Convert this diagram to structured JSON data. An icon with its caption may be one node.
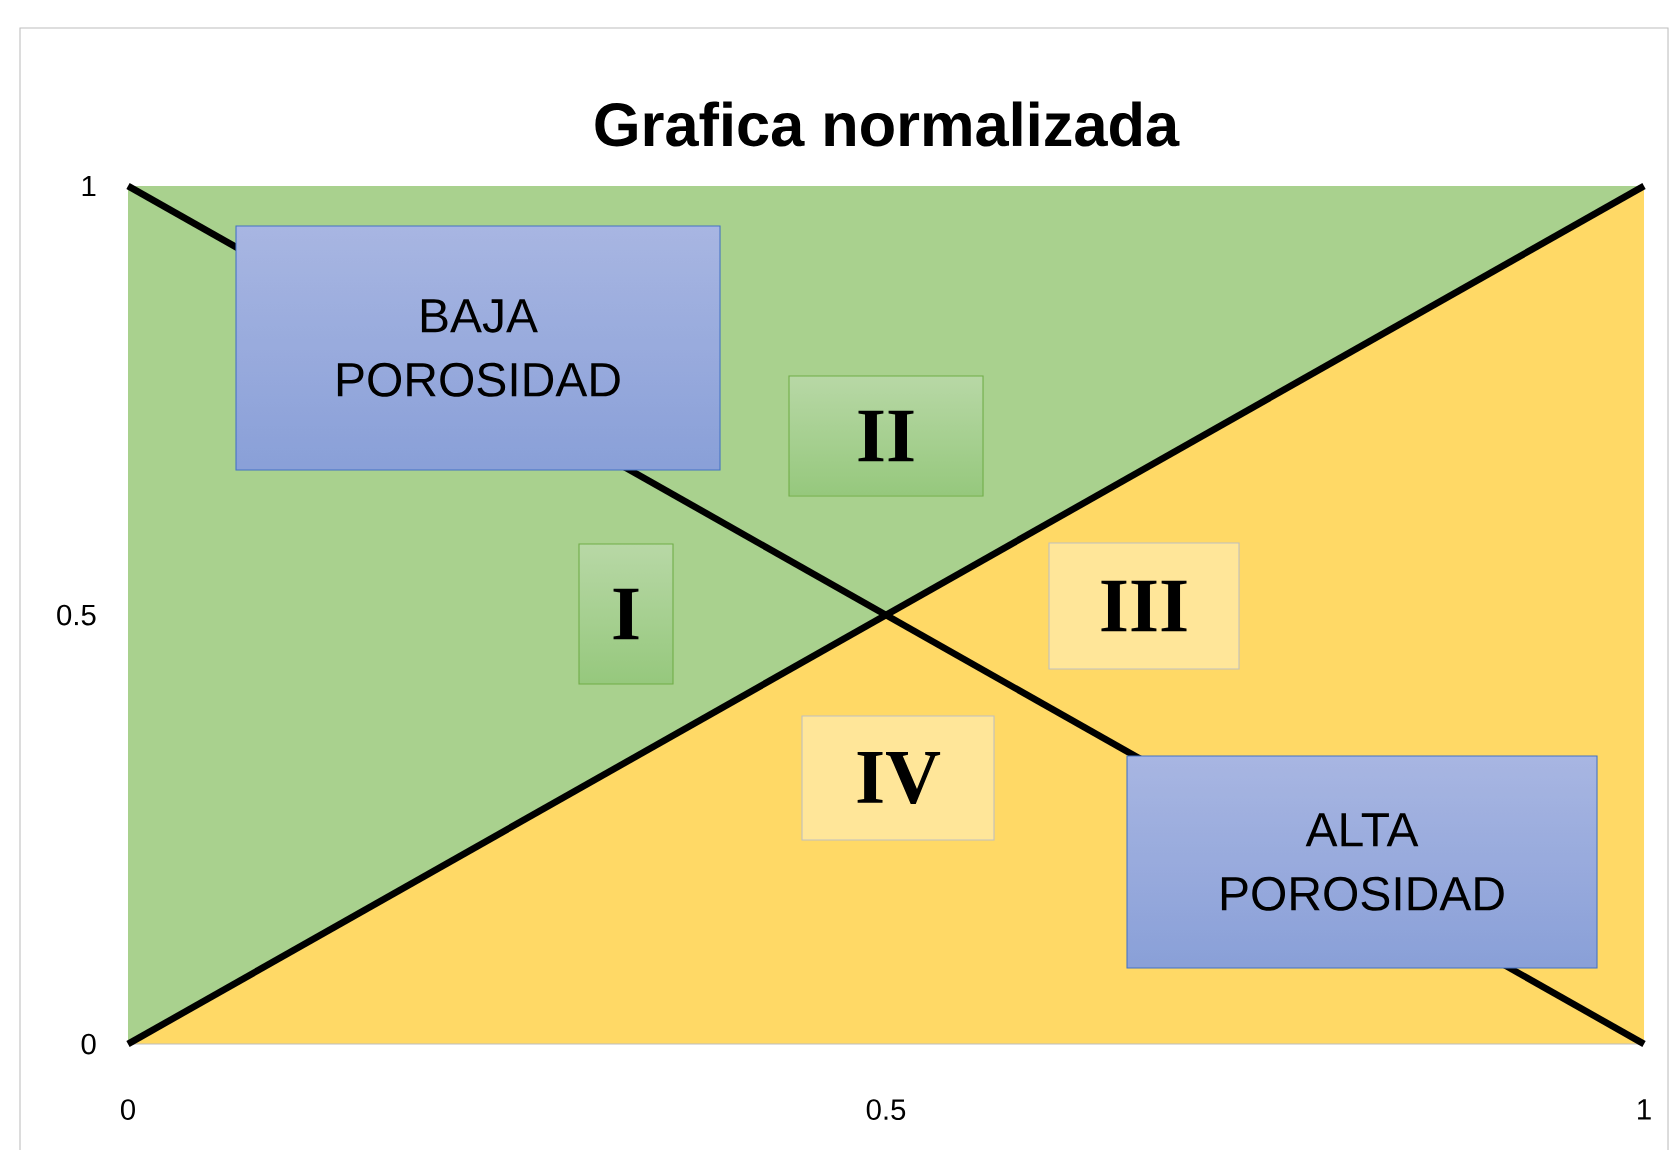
{
  "diagram": {
    "nodes": [
      {
        "text": [
          "BAJA POROSIDAD"
        ]
      },
      {
        "text": [
          "II"
        ]
      },
      {
        "text": [
          "I"
        ]
      },
      {
        "text": [
          "III"
        ]
      },
      {
        "text": [
          "IV"
        ]
      },
      {
        "text": [
          "ALTA POROSIDAD"
        ]
      }
    ],
    "chart_data": {
      "type": "line",
      "title": "Grafica normalizada",
      "x": [
        0,
        1
      ],
      "series": [
        {
          "color": "#000000",
          "values": [
            1,
            0
          ]
        },
        {
          "color": "#000000",
          "values": [
            0,
            1
          ]
        }
      ],
      "xlim": [
        0,
        1
      ],
      "ylim": [
        0,
        1
      ],
      "xticks": [
        0,
        0.5,
        1
      ],
      "yticks": [
        0,
        0.5,
        1
      ]
    }
  }
}
